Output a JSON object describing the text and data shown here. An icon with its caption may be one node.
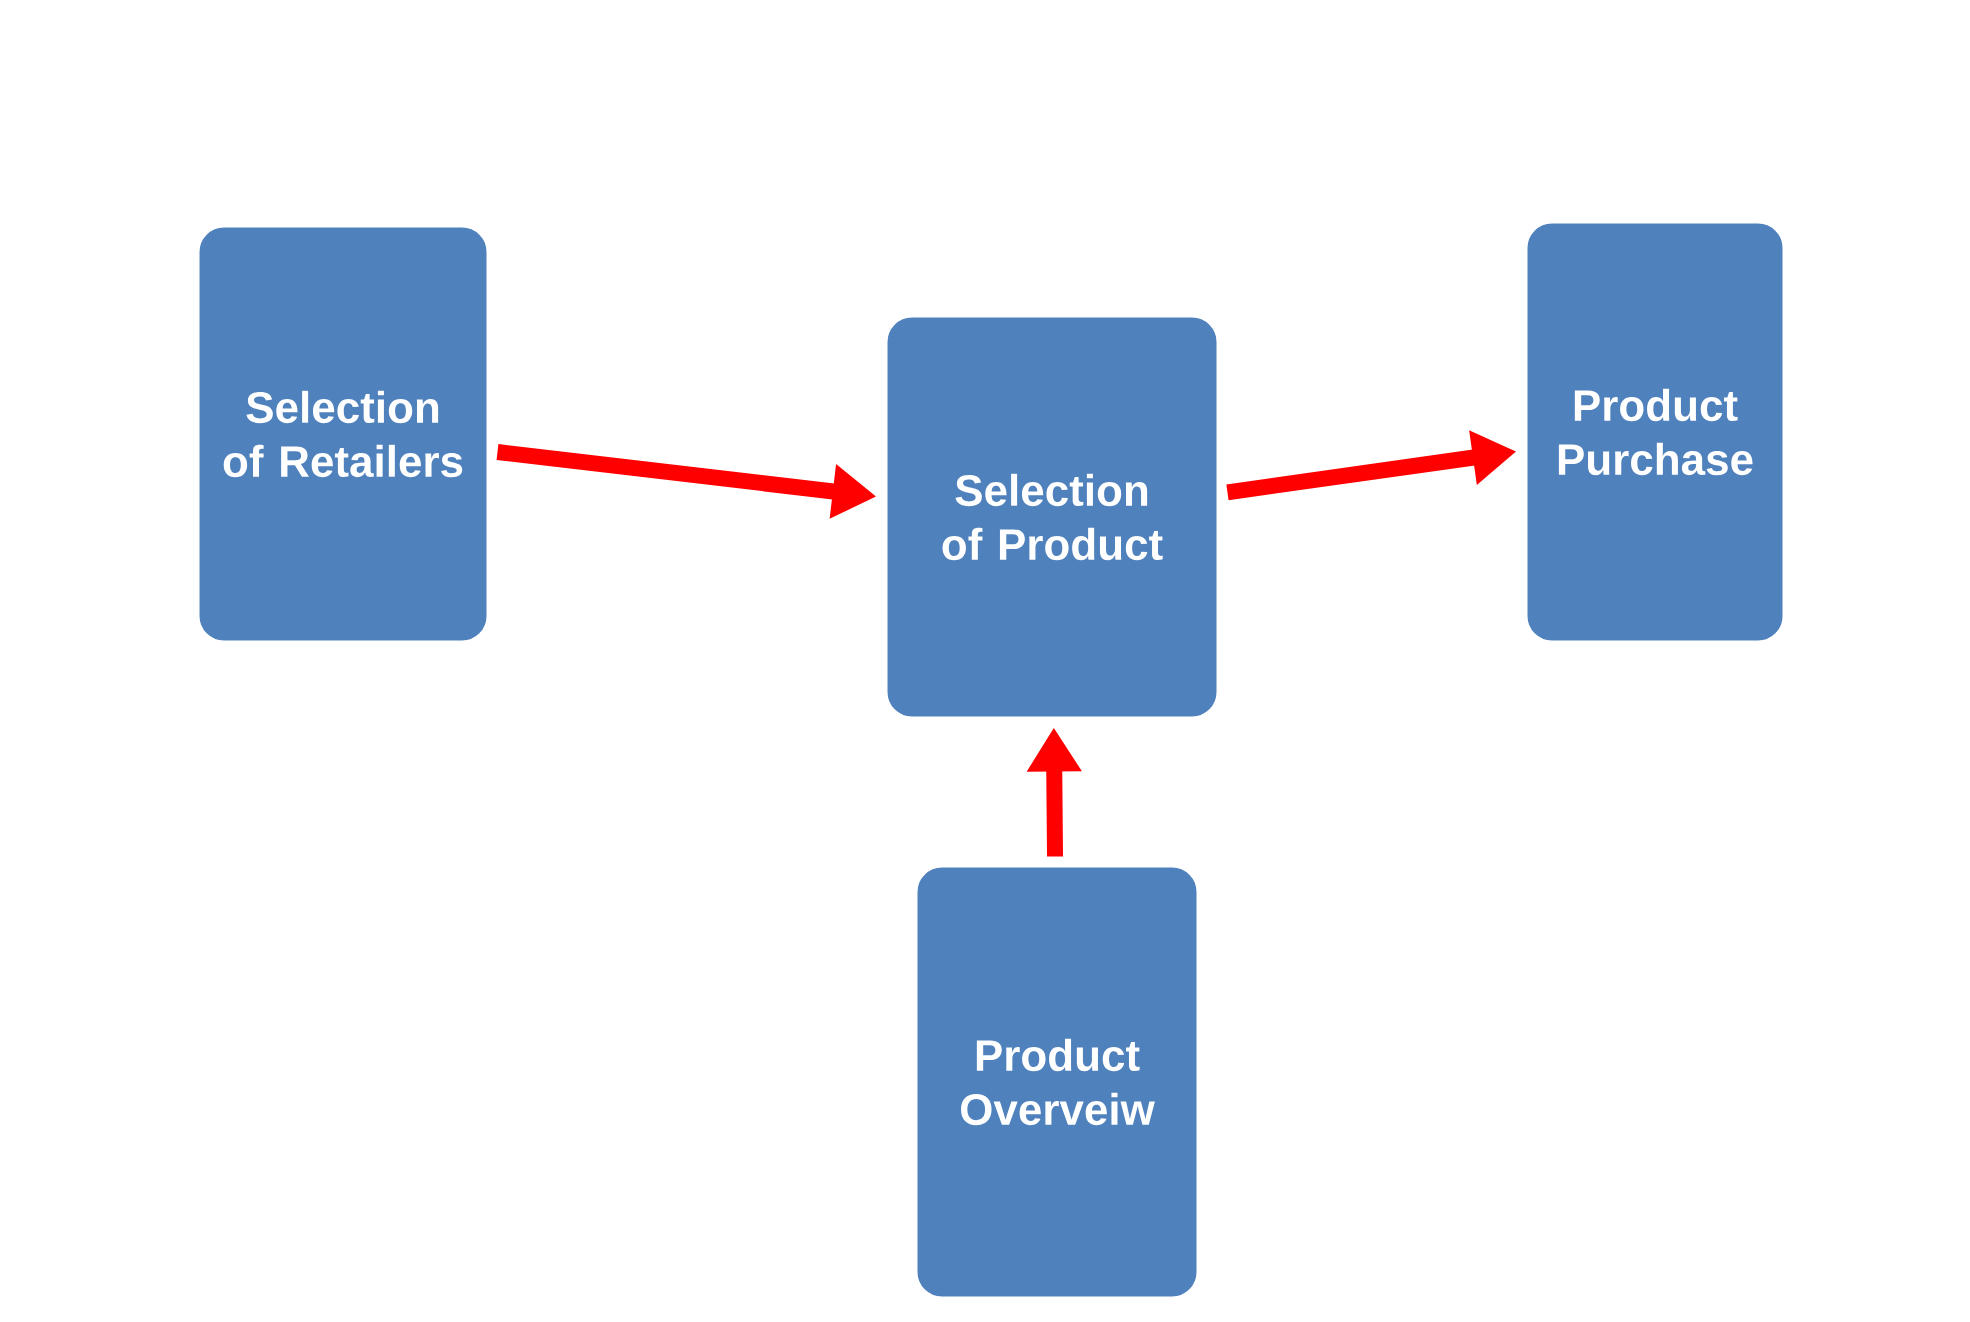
{
  "diagram": {
    "nodes": [
      {
        "text": [
          "Selection of Retailers"
        ]
      },
      {
        "text": [
          "Selection of Product"
        ]
      },
      {
        "text": [
          "Product Purchase"
        ]
      },
      {
        "text": [
          "Product Overveiw"
        ]
      }
    ],
    "edges": [
      {
        "from": 0,
        "to": 1,
        "arrow": "to"
      },
      {
        "from": 1,
        "to": 2,
        "arrow": "to"
      },
      {
        "from": 3,
        "to": 1,
        "arrow": "to"
      }
    ]
  }
}
